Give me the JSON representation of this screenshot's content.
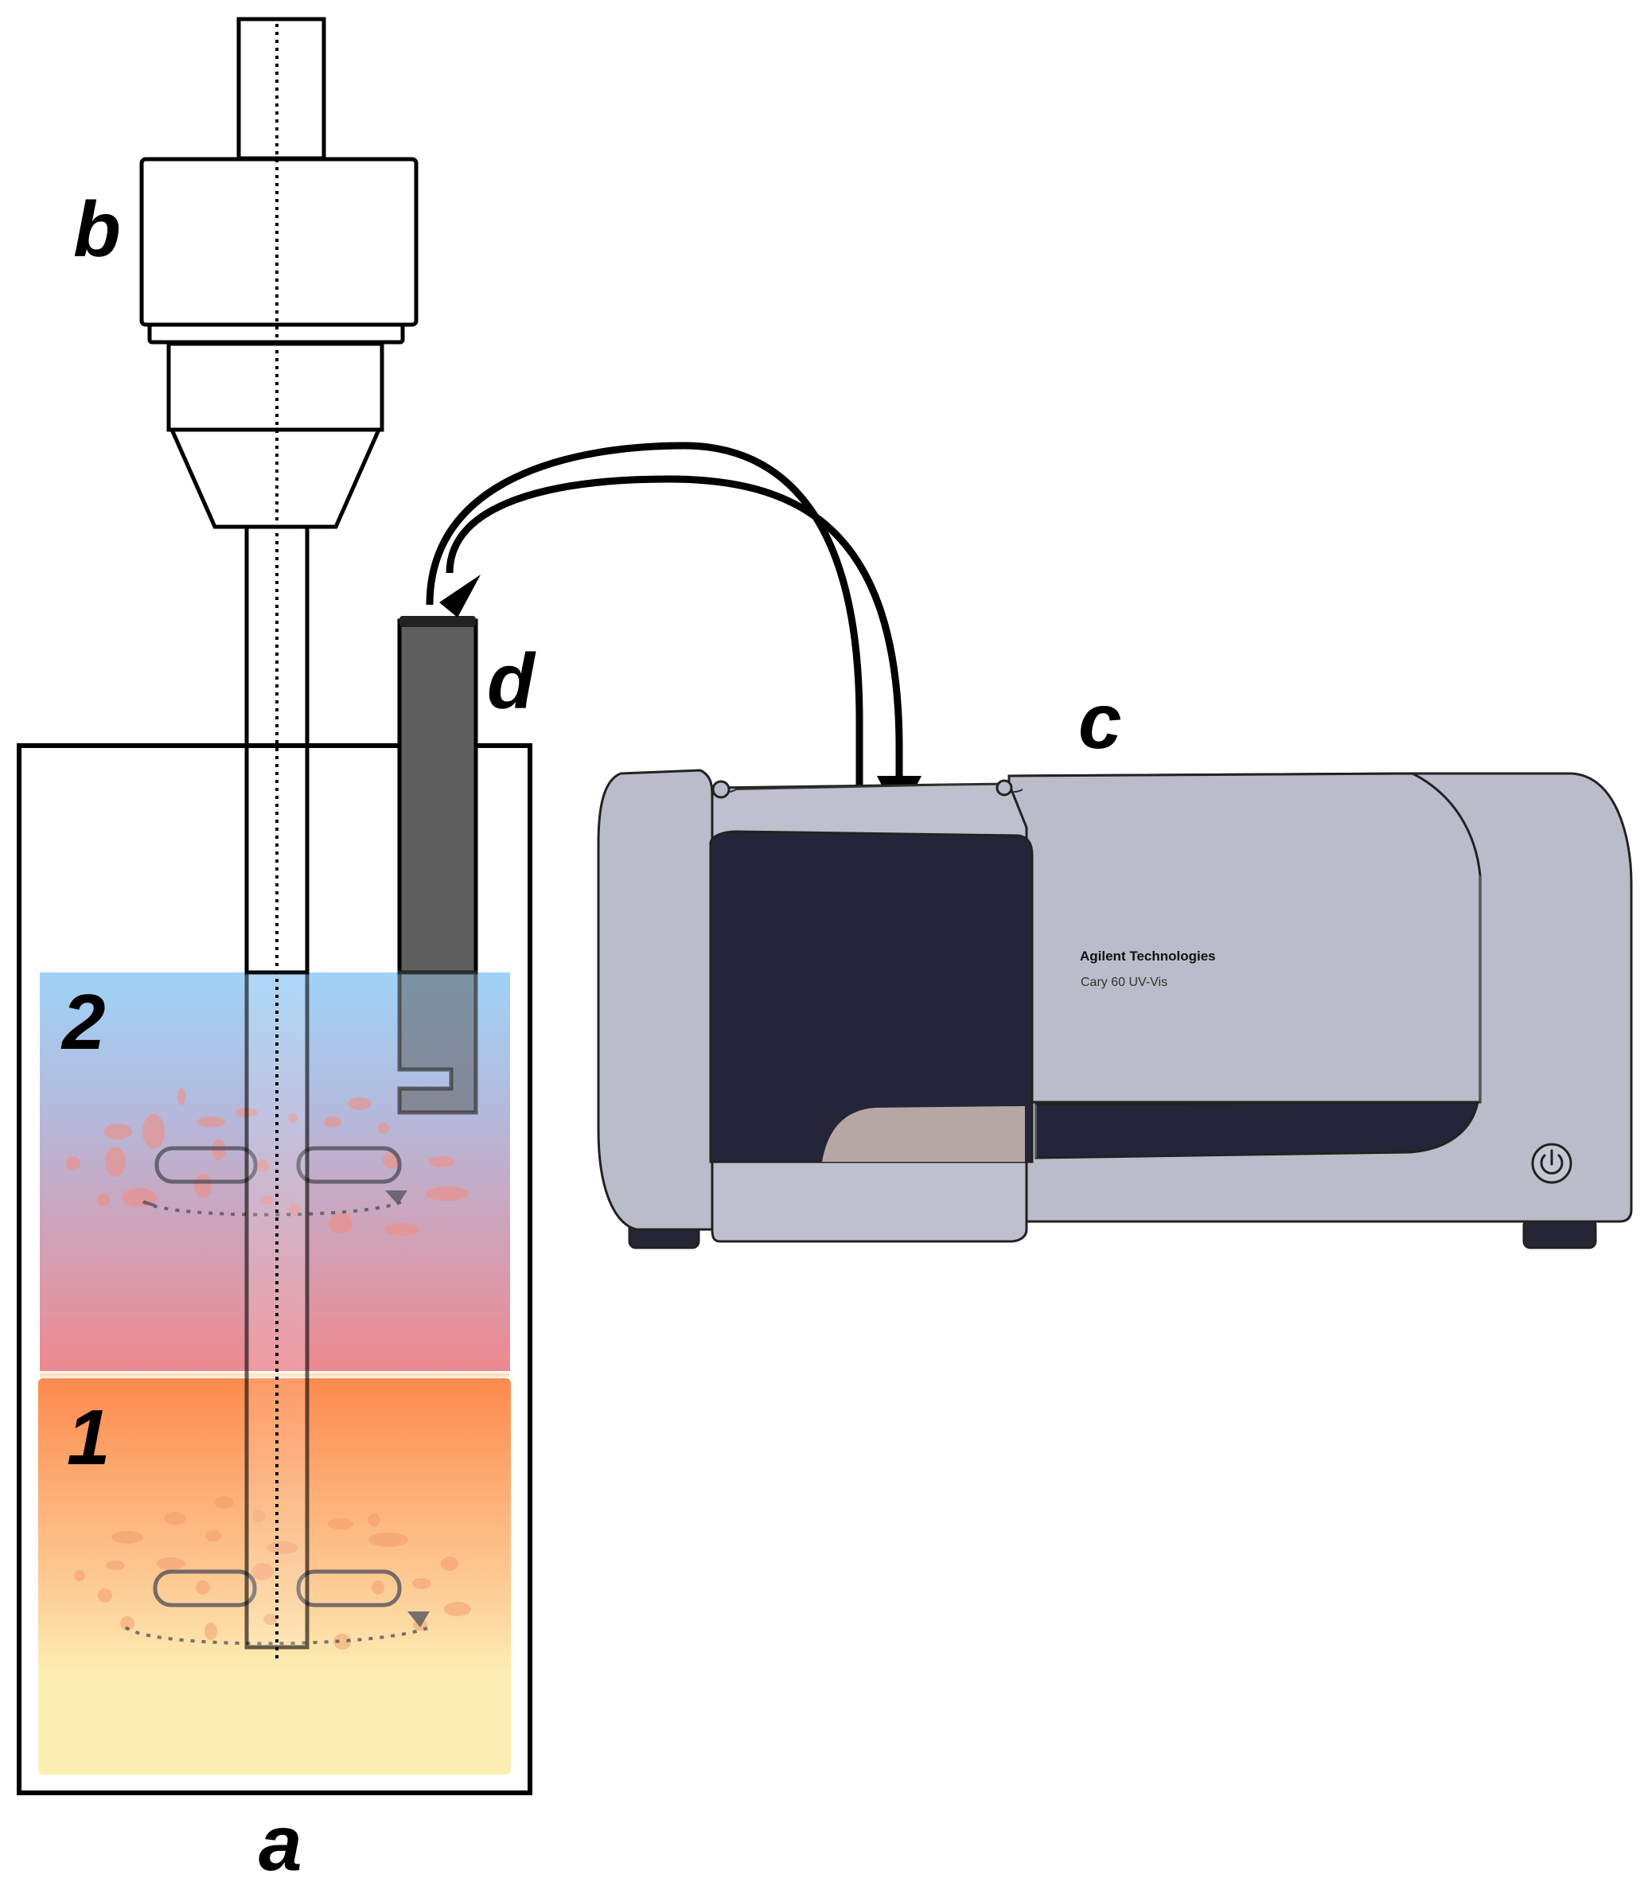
{
  "labels": {
    "vessel": "a",
    "stirrer": "b",
    "spectrometer": "c",
    "probe": "d",
    "phase_upper": "2",
    "phase_lower": "1"
  },
  "instrument": {
    "brand": "Agilent Technologies",
    "model": "Cary 60 UV-Vis"
  },
  "icons": [
    "power-icon",
    "arrow-head-icon"
  ],
  "colors": {
    "phase2_top": "#9fd3f7",
    "phase2_bottom": "#ee8990",
    "phase1_top": "#fd8a4e",
    "phase1_bottom": "#fdefb4",
    "droplet": "#f48b7e",
    "probe": "#5e5e5e",
    "instrument_body": "#bbbcca",
    "instrument_dark": "#25253a",
    "instrument_window": "#b7a7a4"
  }
}
